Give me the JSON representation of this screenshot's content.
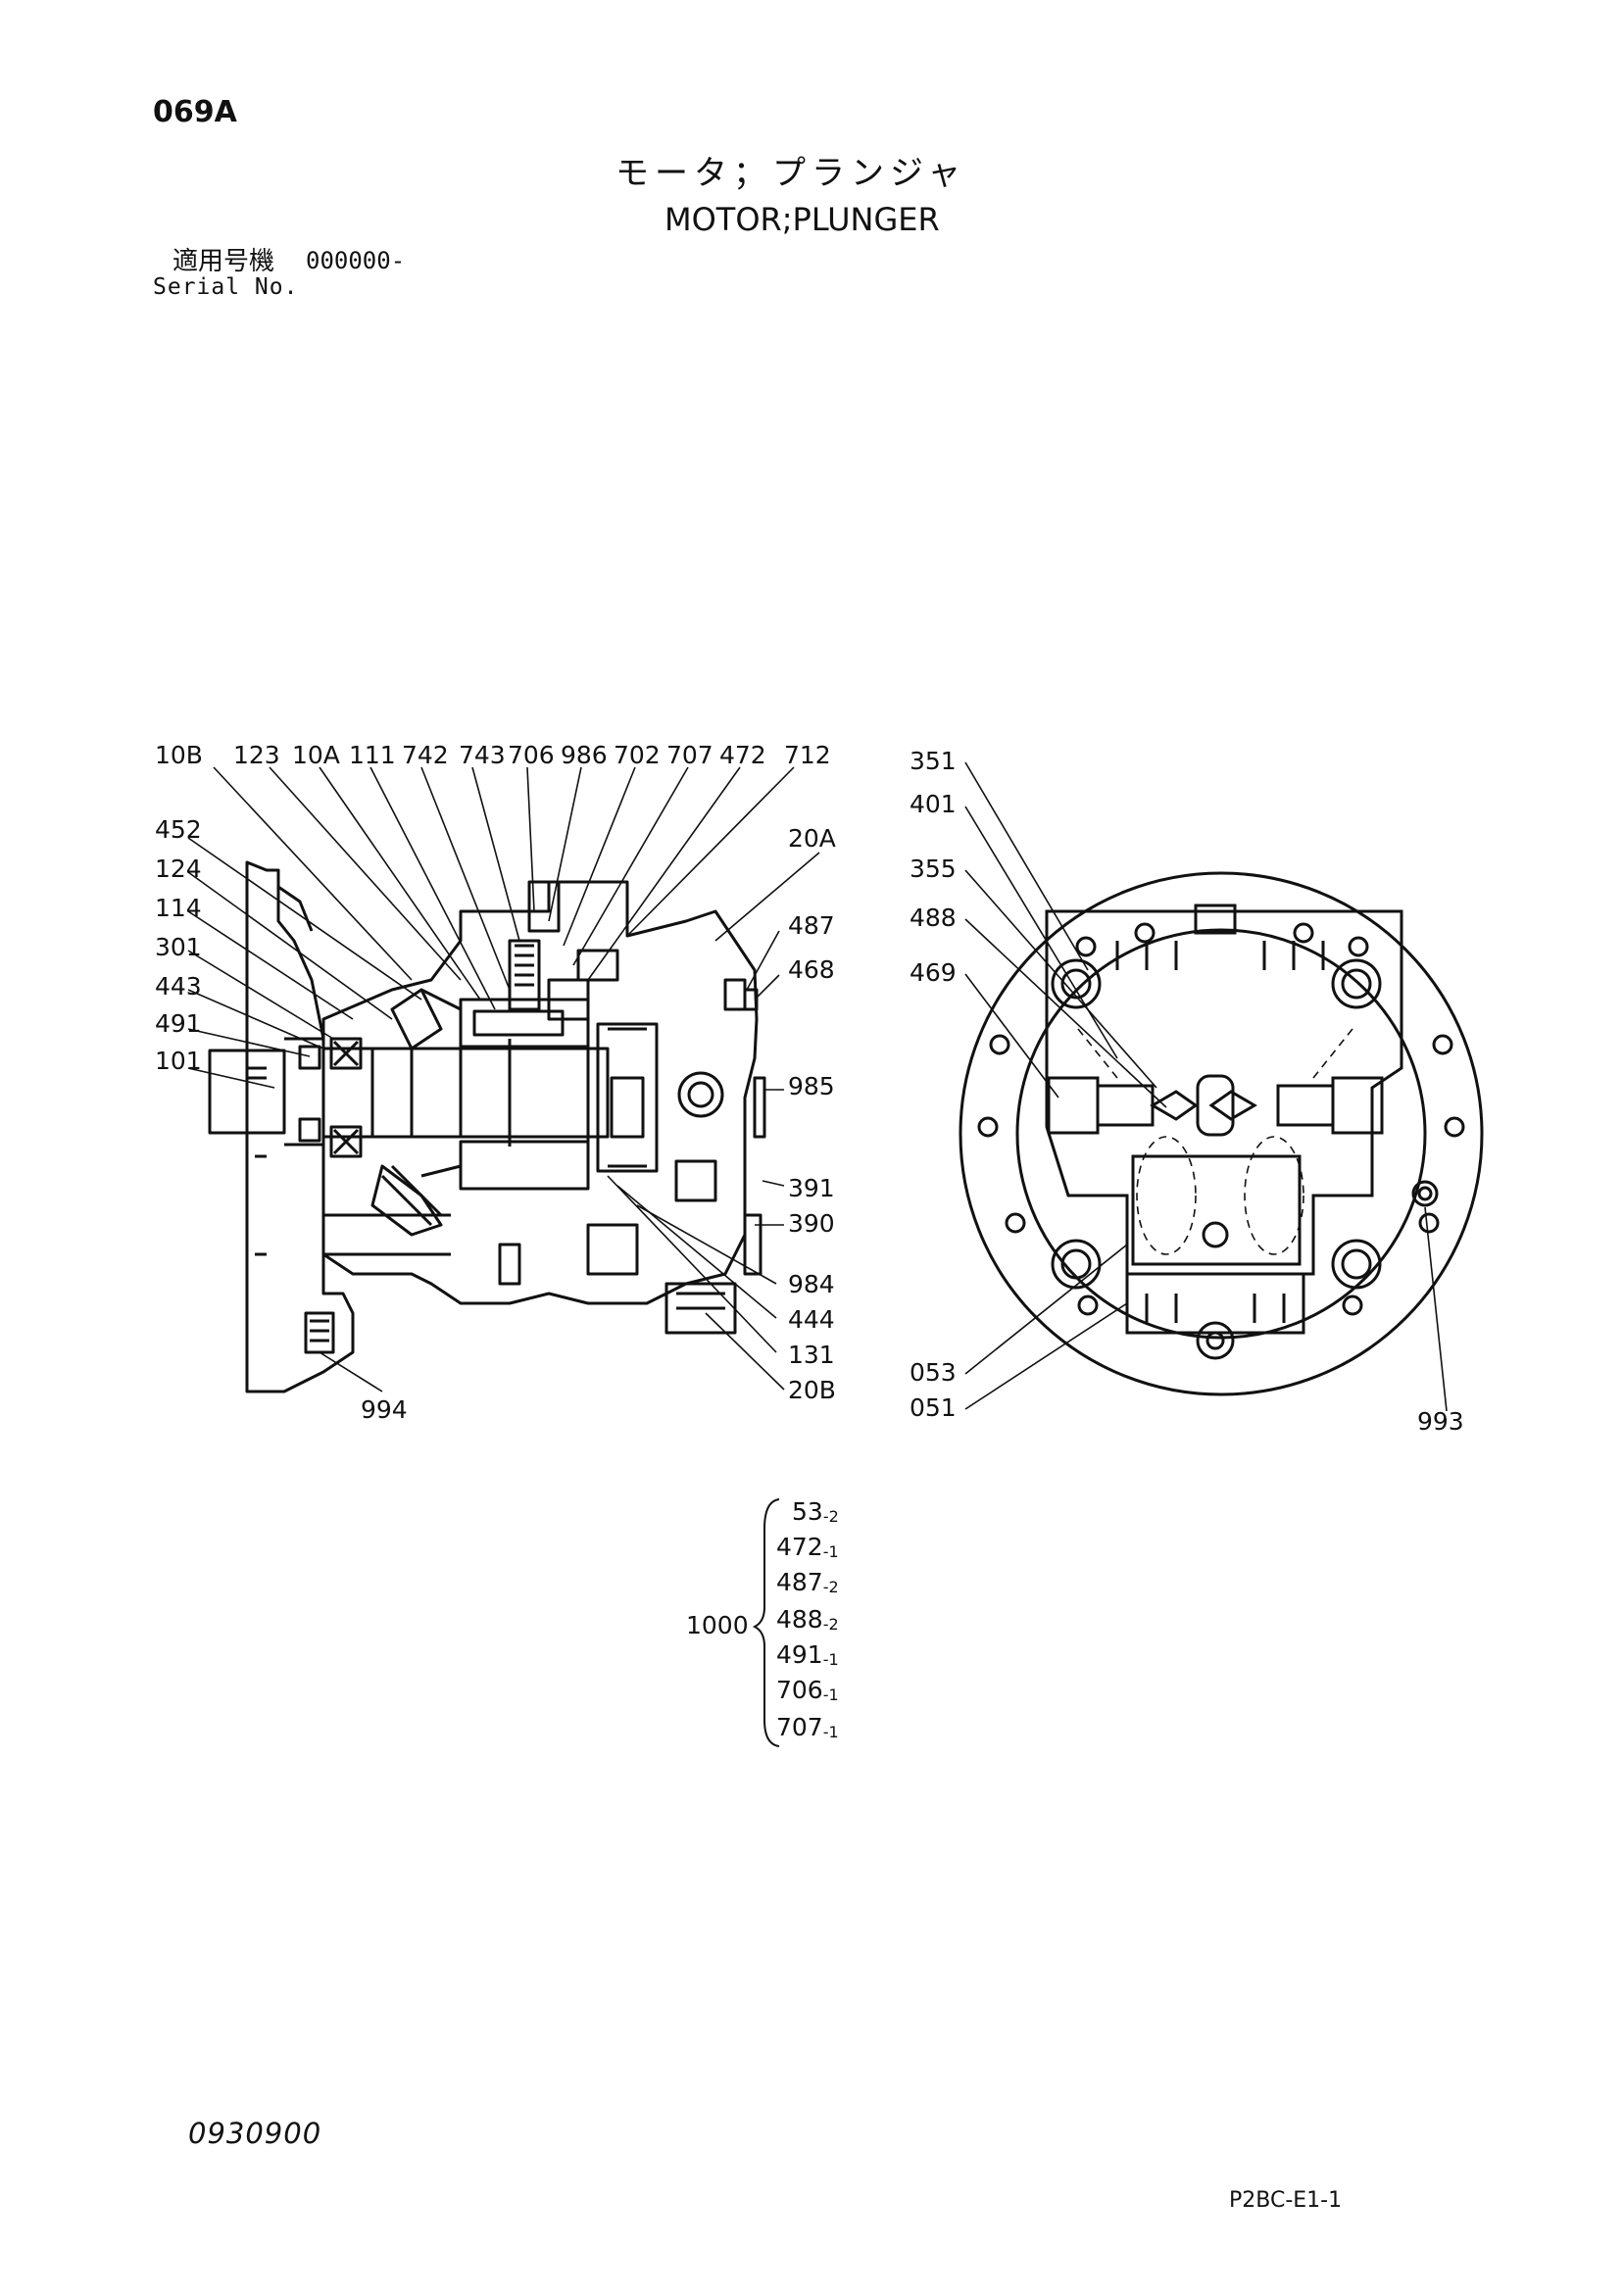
{
  "header": {
    "page_code": "069A",
    "title_jp": "モータ；プランジャ",
    "title_en": "MOTOR;PLUNGER",
    "serial_label_jp": "適用号機",
    "serial_value": "000000-",
    "serial_label_en": "Serial No."
  },
  "left_view": {
    "labels": [
      "10B",
      "123",
      "10A",
      "111",
      "742",
      "743",
      "706",
      "986",
      "702",
      "707",
      "472",
      "712",
      "452",
      "124",
      "114",
      "301",
      "443",
      "491",
      "101",
      "20A",
      "487",
      "468",
      "985",
      "391",
      "390",
      "984",
      "444",
      "131",
      "20B",
      "994"
    ]
  },
  "right_view": {
    "labels": [
      "351",
      "401",
      "355",
      "488",
      "469",
      "053",
      "051",
      "993"
    ]
  },
  "kit": {
    "part": "1000",
    "items": [
      {
        "no": "53",
        "qty": "-2"
      },
      {
        "no": "472",
        "qty": "-1"
      },
      {
        "no": "487",
        "qty": "-2"
      },
      {
        "no": "488",
        "qty": "-2"
      },
      {
        "no": "491",
        "qty": "-1"
      },
      {
        "no": "706",
        "qty": "-1"
      },
      {
        "no": "707",
        "qty": "-1"
      }
    ]
  },
  "footer": {
    "doc_code": "0930900",
    "page_ref": "P2BC-E1-1"
  }
}
